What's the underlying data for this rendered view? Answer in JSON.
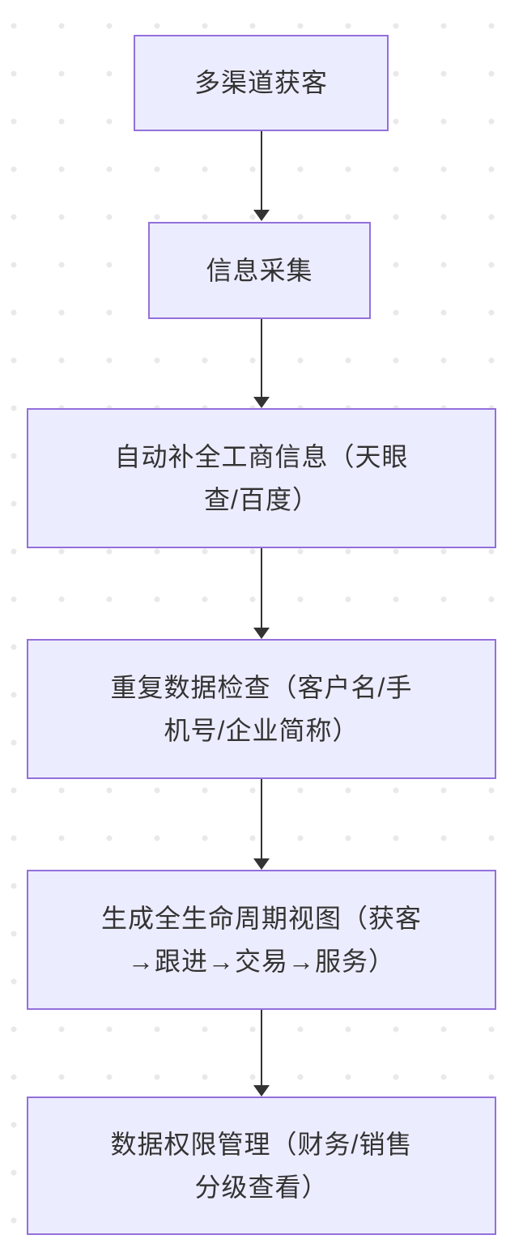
{
  "flowchart": {
    "direction": "top-down",
    "colors": {
      "node_fill": "#ECECFF",
      "node_border": "#9370DB",
      "edge": "#333333",
      "text": "#333333",
      "dot": "#E9E9EC",
      "background": "#FFFFFF"
    },
    "nodes": [
      {
        "label": "多渠道获客",
        "lines": [
          "多渠道获客"
        ]
      },
      {
        "label": "信息采集",
        "lines": [
          "信息采集"
        ]
      },
      {
        "label": "自动补全工商信息（天眼查/百度）",
        "lines": [
          "自动补全工商信息（天眼",
          "查/百度）"
        ]
      },
      {
        "label": "重复数据检查（客户名/手机号/企业简称）",
        "lines": [
          "重复数据检查（客户名/手",
          "机号/企业简称）"
        ]
      },
      {
        "label": "生成全生命周期视图（获客→跟进→交易→服务）",
        "lines": [
          "生成全生命周期视图（获客",
          "→跟进→交易→服务）"
        ]
      },
      {
        "label": "数据权限管理（财务/销售分级查看）",
        "lines": [
          "数据权限管理（财务/销售",
          "分级查看）"
        ]
      }
    ],
    "edges": [
      {
        "from": 0,
        "to": 1
      },
      {
        "from": 1,
        "to": 2
      },
      {
        "from": 2,
        "to": 3
      },
      {
        "from": 3,
        "to": 4
      },
      {
        "from": 4,
        "to": 5
      }
    ]
  }
}
